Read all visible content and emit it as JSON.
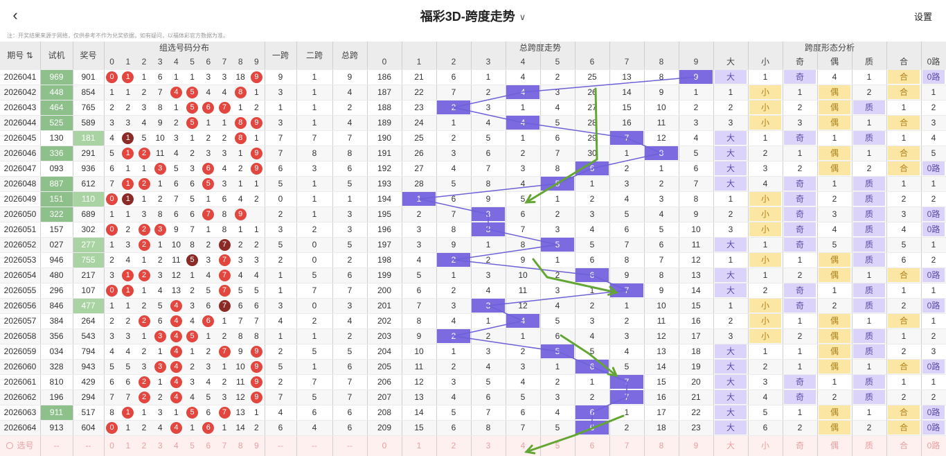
{
  "header": {
    "back_icon": "chevron-left-icon",
    "title": "福彩3D-跨度走势",
    "dropdown_icon": "chevron-down-icon",
    "settings": "设置"
  },
  "notice": "注：开奖结果来源于网络，仅供参考不作为兑奖依据，如有疑问，以福体彩官方数据为准。",
  "groups": {
    "dist": "组选号码分布",
    "span_trend": "总跨度走势",
    "shape": "跨度形态分析"
  },
  "columns": {
    "period": "期号",
    "sort_icon": "sort-icon",
    "trial": "试机",
    "award": "奖号",
    "span1": "一跨",
    "span2": "二跨",
    "total_span": "总跨",
    "digits": [
      "0",
      "1",
      "2",
      "3",
      "4",
      "5",
      "6",
      "7",
      "8",
      "9"
    ],
    "shape": [
      "大",
      "小",
      "奇",
      "偶",
      "质",
      "合",
      "0路"
    ]
  },
  "colors": {
    "header_bg": "#ececec",
    "trial_green": "#8dc08a",
    "award_green": "#a9d3a2",
    "ball_red": "#e2463f",
    "ball_dark": "#8c2a25",
    "marker_purple": "#7b6ae0",
    "purple_cell": "#dcd3fb",
    "yellow_cell": "#fbe6a3",
    "trend_line": "#6d60d8",
    "arrow_green": "#63a634"
  },
  "rows": [
    {
      "p": "2026041",
      "t": "969",
      "a": "901",
      "tg": 1,
      "ag": 0,
      "d": [
        "0",
        "1",
        "1",
        "6",
        "1",
        "1",
        "3",
        "3",
        "18",
        "9"
      ],
      "b": {
        "0": "r",
        "1": "r",
        "9": "r"
      },
      "s1": "9",
      "s2": "1",
      "ts": "9",
      "sp": [
        "186",
        "21",
        "6",
        "1",
        "4",
        "2",
        "25",
        "13",
        "8",
        "9"
      ],
      "sv": 9,
      "sh": [
        "大",
        "1",
        "奇",
        "4",
        "1",
        "合",
        "0路"
      ]
    },
    {
      "p": "2026042",
      "t": "448",
      "a": "854",
      "tg": 1,
      "ag": 0,
      "d": [
        "1",
        "1",
        "2",
        "7",
        "4",
        "5",
        "4",
        "4",
        "8",
        "1"
      ],
      "b": {
        "4": "r",
        "5": "r",
        "8": "r"
      },
      "s1": "3",
      "s2": "1",
      "ts": "4",
      "sp": [
        "187",
        "22",
        "7",
        "2",
        "4",
        "3",
        "26",
        "14",
        "9",
        "1"
      ],
      "sv": 4,
      "sh": [
        "1",
        "小",
        "1",
        "偶",
        "2",
        "合",
        "1"
      ]
    },
    {
      "p": "2026043",
      "t": "464",
      "a": "765",
      "tg": 1,
      "ag": 0,
      "d": [
        "2",
        "2",
        "3",
        "8",
        "1",
        "5",
        "6",
        "7",
        "1",
        "2"
      ],
      "b": {
        "5": "r",
        "6": "r",
        "7": "r"
      },
      "s1": "1",
      "s2": "1",
      "ts": "2",
      "sp": [
        "188",
        "23",
        "2",
        "3",
        "1",
        "4",
        "27",
        "15",
        "10",
        "2"
      ],
      "sv": 2,
      "sh": [
        "2",
        "小",
        "2",
        "偶",
        "质",
        "1",
        "2"
      ]
    },
    {
      "p": "2026044",
      "t": "525",
      "a": "589",
      "tg": 1,
      "ag": 0,
      "d": [
        "3",
        "3",
        "4",
        "9",
        "2",
        "5",
        "1",
        "1",
        "8",
        "9"
      ],
      "b": {
        "5": "r",
        "8": "r",
        "9": "r"
      },
      "s1": "3",
      "s2": "1",
      "ts": "4",
      "sp": [
        "189",
        "24",
        "1",
        "4",
        "4",
        "5",
        "28",
        "16",
        "11",
        "3"
      ],
      "sv": 4,
      "sh": [
        "3",
        "小",
        "3",
        "偶",
        "1",
        "合",
        "3"
      ]
    },
    {
      "p": "2026045",
      "t": "130",
      "a": "181",
      "tg": 0,
      "ag": 1,
      "d": [
        "4",
        "1",
        "5",
        "10",
        "3",
        "1",
        "2",
        "2",
        "8",
        "1"
      ],
      "b": {
        "1": "d",
        "8": "r"
      },
      "s1": "7",
      "s2": "7",
      "ts": "7",
      "sp": [
        "190",
        "25",
        "2",
        "5",
        "1",
        "6",
        "29",
        "7",
        "12",
        "4"
      ],
      "sv": 7,
      "sh": [
        "大",
        "1",
        "奇",
        "1",
        "质",
        "1",
        "4"
      ]
    },
    {
      "p": "2026046",
      "t": "336",
      "a": "291",
      "tg": 1,
      "ag": 0,
      "d": [
        "5",
        "1",
        "2",
        "11",
        "4",
        "2",
        "3",
        "3",
        "1",
        "9"
      ],
      "b": {
        "1": "r",
        "2": "r",
        "9": "r"
      },
      "s1": "7",
      "s2": "8",
      "ts": "8",
      "sp": [
        "191",
        "26",
        "3",
        "6",
        "2",
        "7",
        "30",
        "1",
        "8",
        "5"
      ],
      "sv": 8,
      "sh": [
        "大",
        "2",
        "1",
        "偶",
        "1",
        "合",
        "5"
      ]
    },
    {
      "p": "2026047",
      "t": "093",
      "a": "936",
      "tg": 0,
      "ag": 0,
      "d": [
        "6",
        "1",
        "1",
        "3",
        "5",
        "3",
        "6",
        "4",
        "2",
        "9"
      ],
      "b": {
        "3": "r",
        "6": "r",
        "9": "r"
      },
      "s1": "6",
      "s2": "3",
      "ts": "6",
      "sp": [
        "192",
        "27",
        "4",
        "7",
        "3",
        "8",
        "6",
        "2",
        "1",
        "6"
      ],
      "sv": 6,
      "sh": [
        "大",
        "3",
        "2",
        "偶",
        "2",
        "合",
        "0路"
      ]
    },
    {
      "p": "2026048",
      "t": "887",
      "a": "612",
      "tg": 1,
      "ag": 0,
      "d": [
        "7",
        "1",
        "2",
        "1",
        "6",
        "6",
        "5",
        "3",
        "1",
        "1"
      ],
      "b": {
        "1": "r",
        "2": "r",
        "6": "r"
      },
      "s1": "5",
      "s2": "1",
      "ts": "5",
      "sp": [
        "193",
        "28",
        "5",
        "8",
        "4",
        "5",
        "1",
        "3",
        "2",
        "7"
      ],
      "sv": 5,
      "sh": [
        "大",
        "4",
        "奇",
        "1",
        "质",
        "1",
        "1"
      ]
    },
    {
      "p": "2026049",
      "t": "151",
      "a": "110",
      "tg": 1,
      "ag": 1,
      "d": [
        "0",
        "1",
        "1",
        "2",
        "7",
        "5",
        "1",
        "6",
        "4",
        "2"
      ],
      "b": {
        "0": "r",
        "1": "d"
      },
      "s1": "0",
      "s2": "1",
      "ts": "1",
      "sp": [
        "194",
        "1",
        "6",
        "9",
        "5",
        "1",
        "2",
        "4",
        "3",
        "8"
      ],
      "sv": 1,
      "sh": [
        "1",
        "小",
        "奇",
        "2",
        "质",
        "2",
        "2"
      ]
    },
    {
      "p": "2026050",
      "t": "322",
      "a": "689",
      "tg": 1,
      "ag": 0,
      "d": [
        "1",
        "1",
        "3",
        "8",
        "6",
        "6",
        "7",
        "8",
        "9"
      ],
      "b": {
        "6": "r",
        "8": "r",
        "9": "r"
      },
      "s1": "2",
      "s2": "1",
      "ts": "3",
      "sp": [
        "195",
        "2",
        "7",
        "3",
        "6",
        "2",
        "3",
        "5",
        "4",
        "9"
      ],
      "sv": 3,
      "sh": [
        "2",
        "小",
        "奇",
        "3",
        "质",
        "3",
        "0路"
      ]
    },
    {
      "p": "2026051",
      "t": "157",
      "a": "302",
      "tg": 0,
      "ag": 0,
      "d": [
        "0",
        "2",
        "2",
        "3",
        "9",
        "7",
        "1",
        "8",
        "1",
        "1"
      ],
      "b": {
        "0": "r",
        "2": "r",
        "3": "r"
      },
      "s1": "3",
      "s2": "2",
      "ts": "3",
      "sp": [
        "196",
        "3",
        "8",
        "3",
        "7",
        "3",
        "4",
        "6",
        "5",
        "10"
      ],
      "sv": 3,
      "sh": [
        "3",
        "小",
        "奇",
        "4",
        "质",
        "4",
        "0路"
      ]
    },
    {
      "p": "2026052",
      "t": "027",
      "a": "277",
      "tg": 0,
      "ag": 1,
      "d": [
        "1",
        "3",
        "2",
        "1",
        "10",
        "8",
        "2",
        "7",
        "2",
        "2"
      ],
      "b": {
        "2": "r",
        "7": "d"
      },
      "s1": "5",
      "s2": "0",
      "ts": "5",
      "sp": [
        "197",
        "3",
        "9",
        "1",
        "8",
        "5",
        "5",
        "7",
        "6",
        "11"
      ],
      "sv": 5,
      "sh": [
        "大",
        "1",
        "奇",
        "5",
        "质",
        "5",
        "1"
      ]
    },
    {
      "p": "2026053",
      "t": "946",
      "a": "755",
      "tg": 0,
      "ag": 1,
      "d": [
        "2",
        "4",
        "1",
        "2",
        "11",
        "5",
        "3",
        "7",
        "3",
        "3"
      ],
      "b": {
        "5": "d",
        "7": "r"
      },
      "s1": "2",
      "s2": "0",
      "ts": "2",
      "sp": [
        "198",
        "4",
        "2",
        "2",
        "9",
        "1",
        "6",
        "8",
        "7",
        "12"
      ],
      "sv": 2,
      "sh": [
        "1",
        "小",
        "1",
        "偶",
        "质",
        "6",
        "2"
      ]
    },
    {
      "p": "2026054",
      "t": "480",
      "a": "217",
      "tg": 0,
      "ag": 0,
      "d": [
        "3",
        "1",
        "2",
        "3",
        "12",
        "1",
        "4",
        "7",
        "4",
        "4"
      ],
      "b": {
        "1": "r",
        "2": "r",
        "7": "r"
      },
      "s1": "1",
      "s2": "5",
      "ts": "6",
      "sp": [
        "199",
        "5",
        "1",
        "3",
        "10",
        "2",
        "6",
        "9",
        "8",
        "13"
      ],
      "sv": 6,
      "sh": [
        "大",
        "1",
        "2",
        "偶",
        "1",
        "合",
        "0路"
      ]
    },
    {
      "p": "2026055",
      "t": "296",
      "a": "107",
      "tg": 0,
      "ag": 0,
      "d": [
        "0",
        "1",
        "1",
        "4",
        "13",
        "2",
        "5",
        "7",
        "5",
        "5"
      ],
      "b": {
        "0": "r",
        "1": "r",
        "7": "r"
      },
      "s1": "1",
      "s2": "7",
      "ts": "7",
      "sp": [
        "200",
        "6",
        "2",
        "4",
        "11",
        "3",
        "1",
        "7",
        "9",
        "14"
      ],
      "sv": 7,
      "sh": [
        "大",
        "2",
        "奇",
        "1",
        "质",
        "1",
        "1"
      ]
    },
    {
      "p": "2026056",
      "t": "846",
      "a": "477",
      "tg": 0,
      "ag": 1,
      "d": [
        "1",
        "1",
        "2",
        "5",
        "4",
        "3",
        "6",
        "7",
        "6",
        "6"
      ],
      "b": {
        "4": "r",
        "7": "d"
      },
      "s1": "3",
      "s2": "0",
      "ts": "3",
      "sp": [
        "201",
        "7",
        "3",
        "3",
        "12",
        "4",
        "2",
        "1",
        "10",
        "15"
      ],
      "sv": 3,
      "sh": [
        "1",
        "小",
        "奇",
        "2",
        "质",
        "2",
        "0路"
      ]
    },
    {
      "p": "2026057",
      "t": "384",
      "a": "264",
      "tg": 0,
      "ag": 0,
      "d": [
        "2",
        "2",
        "2",
        "6",
        "4",
        "4",
        "6",
        "1",
        "7",
        "7"
      ],
      "b": {
        "2": "r",
        "4": "r",
        "6": "r"
      },
      "s1": "4",
      "s2": "2",
      "ts": "4",
      "sp": [
        "202",
        "8",
        "4",
        "1",
        "4",
        "5",
        "3",
        "2",
        "11",
        "16"
      ],
      "sv": 4,
      "sh": [
        "2",
        "小",
        "1",
        "偶",
        "1",
        "合",
        "1"
      ]
    },
    {
      "p": "2026058",
      "t": "356",
      "a": "543",
      "tg": 0,
      "ag": 0,
      "d": [
        "3",
        "3",
        "1",
        "3",
        "4",
        "5",
        "1",
        "2",
        "8",
        "8"
      ],
      "b": {
        "3": "r",
        "4": "r",
        "5": "r"
      },
      "s1": "1",
      "s2": "1",
      "ts": "2",
      "sp": [
        "203",
        "9",
        "2",
        "2",
        "1",
        "6",
        "4",
        "3",
        "12",
        "17"
      ],
      "sv": 2,
      "sh": [
        "3",
        "小",
        "2",
        "偶",
        "质",
        "1",
        "2"
      ]
    },
    {
      "p": "2026059",
      "t": "034",
      "a": "794",
      "tg": 0,
      "ag": 0,
      "d": [
        "4",
        "4",
        "2",
        "1",
        "4",
        "1",
        "2",
        "7",
        "9",
        "9"
      ],
      "b": {
        "4": "r",
        "7": "r",
        "9": "r"
      },
      "s1": "2",
      "s2": "5",
      "ts": "5",
      "sp": [
        "204",
        "10",
        "1",
        "3",
        "2",
        "5",
        "5",
        "4",
        "13",
        "18"
      ],
      "sv": 5,
      "sh": [
        "大",
        "1",
        "1",
        "偶",
        "质",
        "2",
        "3"
      ]
    },
    {
      "p": "2026060",
      "t": "328",
      "a": "943",
      "tg": 0,
      "ag": 0,
      "d": [
        "5",
        "5",
        "3",
        "3",
        "4",
        "2",
        "3",
        "1",
        "10",
        "9"
      ],
      "b": {
        "3": "r",
        "4": "r",
        "9": "r"
      },
      "s1": "5",
      "s2": "1",
      "ts": "6",
      "sp": [
        "205",
        "11",
        "2",
        "4",
        "3",
        "1",
        "6",
        "5",
        "14",
        "19"
      ],
      "sv": 6,
      "sh": [
        "大",
        "2",
        "1",
        "偶",
        "1",
        "合",
        "0路"
      ]
    },
    {
      "p": "2026061",
      "t": "810",
      "a": "429",
      "tg": 0,
      "ag": 0,
      "d": [
        "6",
        "6",
        "2",
        "1",
        "4",
        "3",
        "4",
        "2",
        "11",
        "9"
      ],
      "b": {
        "2": "r",
        "4": "r",
        "9": "r"
      },
      "s1": "2",
      "s2": "7",
      "ts": "7",
      "sp": [
        "206",
        "12",
        "3",
        "5",
        "4",
        "2",
        "1",
        "7",
        "15",
        "20"
      ],
      "sv": 7,
      "sh": [
        "大",
        "3",
        "奇",
        "1",
        "质",
        "1",
        "1"
      ]
    },
    {
      "p": "2026062",
      "t": "196",
      "a": "294",
      "tg": 0,
      "ag": 0,
      "d": [
        "7",
        "7",
        "2",
        "2",
        "4",
        "4",
        "5",
        "3",
        "12",
        "9"
      ],
      "b": {
        "2": "r",
        "4": "r",
        "9": "r"
      },
      "s1": "7",
      "s2": "5",
      "ts": "7",
      "sp": [
        "207",
        "13",
        "4",
        "6",
        "5",
        "3",
        "2",
        "7",
        "16",
        "21"
      ],
      "sv": 7,
      "sh": [
        "大",
        "4",
        "奇",
        "2",
        "质",
        "2",
        "2"
      ]
    },
    {
      "p": "2026063",
      "t": "911",
      "a": "517",
      "tg": 1,
      "ag": 0,
      "d": [
        "8",
        "1",
        "1",
        "3",
        "1",
        "5",
        "6",
        "7",
        "13",
        "1"
      ],
      "b": {
        "1": "r",
        "5": "r",
        "7": "r"
      },
      "s1": "4",
      "s2": "6",
      "ts": "6",
      "sp": [
        "208",
        "14",
        "5",
        "7",
        "6",
        "4",
        "6",
        "1",
        "17",
        "22"
      ],
      "sv": 6,
      "sh": [
        "大",
        "5",
        "1",
        "偶",
        "1",
        "合",
        "0路"
      ]
    },
    {
      "p": "2026064",
      "t": "913",
      "a": "604",
      "tg": 0,
      "ag": 0,
      "d": [
        "0",
        "1",
        "2",
        "4",
        "4",
        "1",
        "6",
        "1",
        "14",
        "2"
      ],
      "b": {
        "0": "r",
        "4": "r",
        "6": "r"
      },
      "s1": "6",
      "s2": "4",
      "ts": "6",
      "sp": [
        "209",
        "15",
        "6",
        "8",
        "7",
        "5",
        "6",
        "2",
        "18",
        "23"
      ],
      "sv": 6,
      "sh": [
        "大",
        "6",
        "2",
        "偶",
        "2",
        "合",
        "0路"
      ]
    }
  ],
  "footer": {
    "select_icon": "radio-circle-icon",
    "label": "选号",
    "dash": "--",
    "digits": [
      "0",
      "1",
      "2",
      "3",
      "4",
      "5",
      "6",
      "7",
      "8",
      "9"
    ],
    "shape": [
      "大",
      "小",
      "奇",
      "偶",
      "质",
      "合",
      "0路"
    ]
  }
}
